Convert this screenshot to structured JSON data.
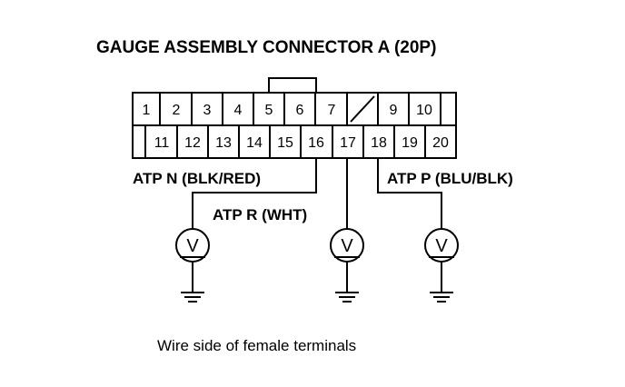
{
  "title": "GAUGE ASSEMBLY CONNECTOR A (20P)",
  "connector": {
    "row1": [
      "1",
      "2",
      "3",
      "4",
      "5",
      "6",
      "7",
      "",
      "9",
      "10"
    ],
    "row2": [
      "11",
      "12",
      "13",
      "14",
      "15",
      "16",
      "17",
      "18",
      "19",
      "20"
    ]
  },
  "wires": {
    "atp_n": "ATP N (BLK/RED)",
    "atp_r": "ATP R (WHT)",
    "atp_p": "ATP P (BLU/BLK)"
  },
  "meter_symbol": "V",
  "caption": "Wire side of female terminals"
}
